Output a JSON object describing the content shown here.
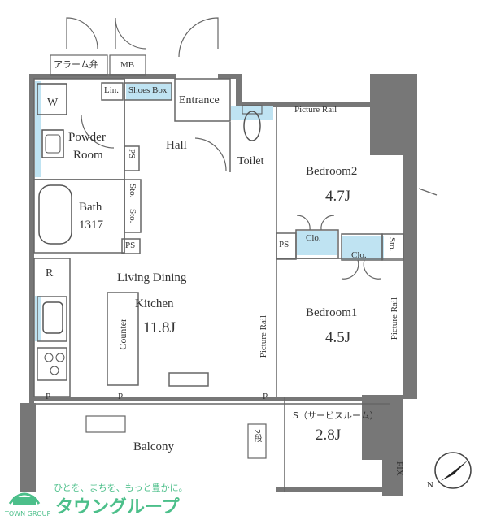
{
  "rooms": {
    "alarm_valve": "アラーム弁",
    "mb": "MB",
    "lin": "Lin.",
    "shoes_box": "Shoes Box",
    "entrance": "Entrance",
    "w": "W",
    "powder_room_1": "Powder",
    "powder_room_2": "Room",
    "hall": "Hall",
    "ps": "PS",
    "toilet": "Toilet",
    "bath": "Bath",
    "bath_size": "1317",
    "sto": "Sto.",
    "clo": "Clo.",
    "picture_rail": "Picture Rail",
    "bedroom2": "Bedroom2",
    "bedroom2_size": "4.7J",
    "bedroom1": "Bedroom1",
    "bedroom1_size": "4.5J",
    "r": "R",
    "ldk_1": "Living Dining",
    "ldk_2": "Kitchen",
    "ldk_size": "11.8J",
    "counter": "Counter",
    "p": "P",
    "service_room": "S（サービスルーム）",
    "service_room_size": "2.8J",
    "balcony": "Balcony",
    "steps": "2段",
    "fix": "FIX"
  },
  "compass": {
    "label": "N"
  },
  "watermark": {
    "tagline": "ひとを、まちを、もっと豊かに。",
    "brand": "タウングループ",
    "company": "TOWN GROUP"
  },
  "colors": {
    "wall": "#666666",
    "fixture": "#555555",
    "blue_fill": "#bfe3f2",
    "watermark": "#4cbf8a"
  }
}
